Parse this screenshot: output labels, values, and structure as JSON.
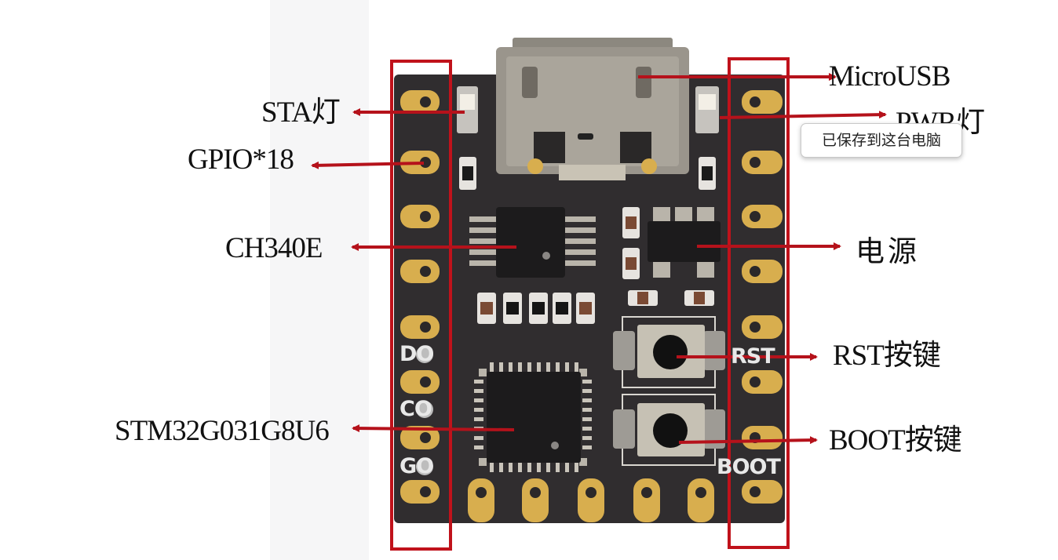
{
  "labels": {
    "sta_led": "STA灯",
    "gpio": "GPIO*18",
    "ch340e": "CH340E",
    "mcu": "STM32G031G8U6",
    "microusb": "MicroUSB",
    "pwr_led": "PWR灯",
    "power": "电源",
    "rst_button": "RST按键",
    "boot_button": "BOOT按键"
  },
  "silkscreen": {
    "left_pins": [
      "DO",
      "CO",
      "GO"
    ],
    "rst": "RST",
    "boot": "BOOT"
  },
  "tooltip": {
    "text": "已保存到这台电脑"
  },
  "colors": {
    "arrow": "#b5121b",
    "frame": "#c0121b",
    "pcb": "#302d2f",
    "gold": "#d8ae4e"
  }
}
